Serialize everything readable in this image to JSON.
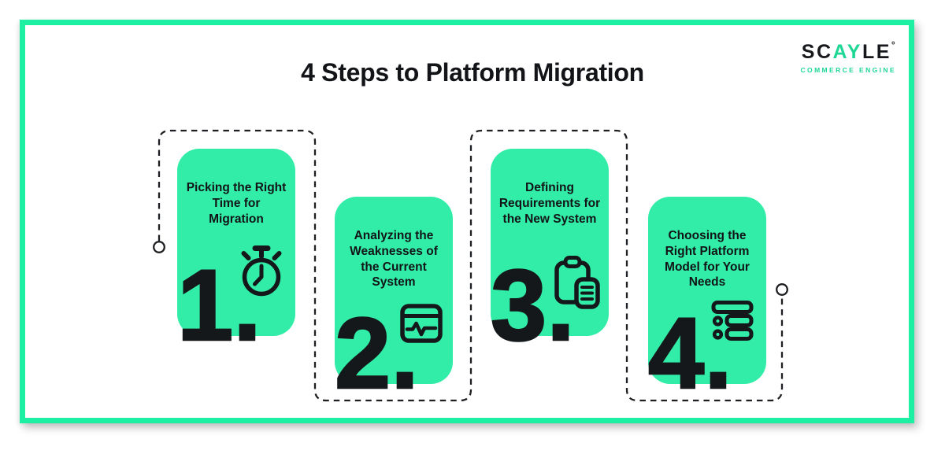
{
  "page": {
    "title": "4 Steps to Platform Migration"
  },
  "logo": {
    "part1": "SC",
    "part2": "AY",
    "part3": "LE",
    "degree": "°",
    "subtitle": "COMMERCE ENGINE",
    "accent_color": "#1ed795",
    "text_color": "#17191d"
  },
  "colors": {
    "card_green": "#31eda7",
    "frame_green": "#1ef0a3",
    "ink": "#15181b",
    "dash_line": "#1d1f22"
  },
  "steps": [
    {
      "number": "1.",
      "label": "Picking the Right Time for Migration",
      "icon": "stopwatch-icon"
    },
    {
      "number": "2.",
      "label": "Analyzing the Weaknesses of the Current System",
      "icon": "pulse-monitor-icon"
    },
    {
      "number": "3.",
      "label": "Defining Requirements for the New System",
      "icon": "clipboard-icon"
    },
    {
      "number": "4.",
      "label": "Choosing the Right Platform Model for Your Needs",
      "icon": "list-icon"
    }
  ]
}
